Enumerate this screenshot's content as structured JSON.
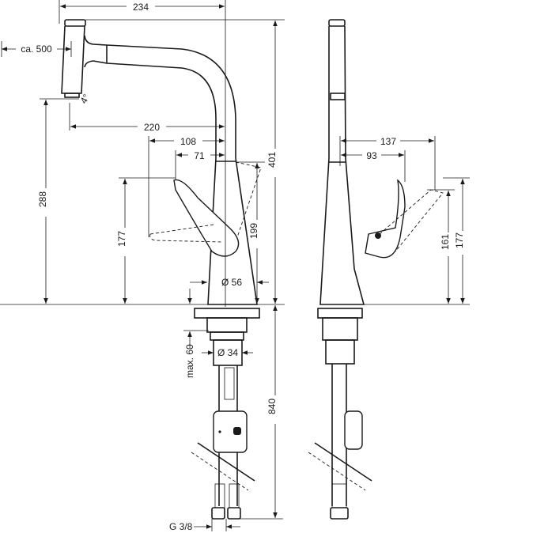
{
  "title": "Kitchen faucet with pull-out spout – dimension drawing",
  "dimensions": {
    "total_reach": "234",
    "hose_extension": "ca. 500",
    "spray_angle": "4°",
    "spout_reach": "220",
    "lever_reach_open": "108",
    "lever_reach_closed": "71",
    "spout_height": "288",
    "lever_height_front": "177",
    "body_height": "199",
    "total_height": "401",
    "base_diameter": "Ø 56",
    "max_deck_thickness": "max. 60",
    "hole_diameter": "Ø 34",
    "hose_length": "840",
    "connection_thread": "G 3/8",
    "side_lever_reach_open": "137",
    "side_lever_reach": "93",
    "side_lever_height": "161",
    "side_lever_height_open": "177"
  }
}
